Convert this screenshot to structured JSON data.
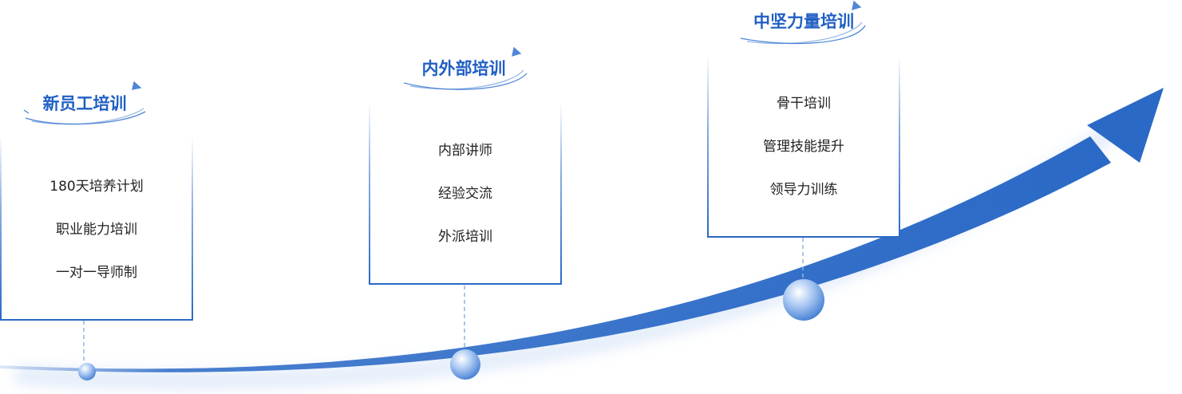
{
  "stages": [
    {
      "title": "新员工培训",
      "items": [
        "180天培养计划",
        "职业能力培训",
        "一对一导师制"
      ]
    },
    {
      "title": "内外部培训",
      "items": [
        "内部讲师",
        "经验交流",
        "外派培训"
      ]
    },
    {
      "title": "中坚力量培训",
      "items": [
        "骨干培训",
        "管理技能提升",
        "领导力训练"
      ]
    }
  ],
  "colors": {
    "accent": "#2a69c6",
    "title": "#1f5fc4",
    "text": "#222222",
    "connector": "#8fb4e6"
  }
}
